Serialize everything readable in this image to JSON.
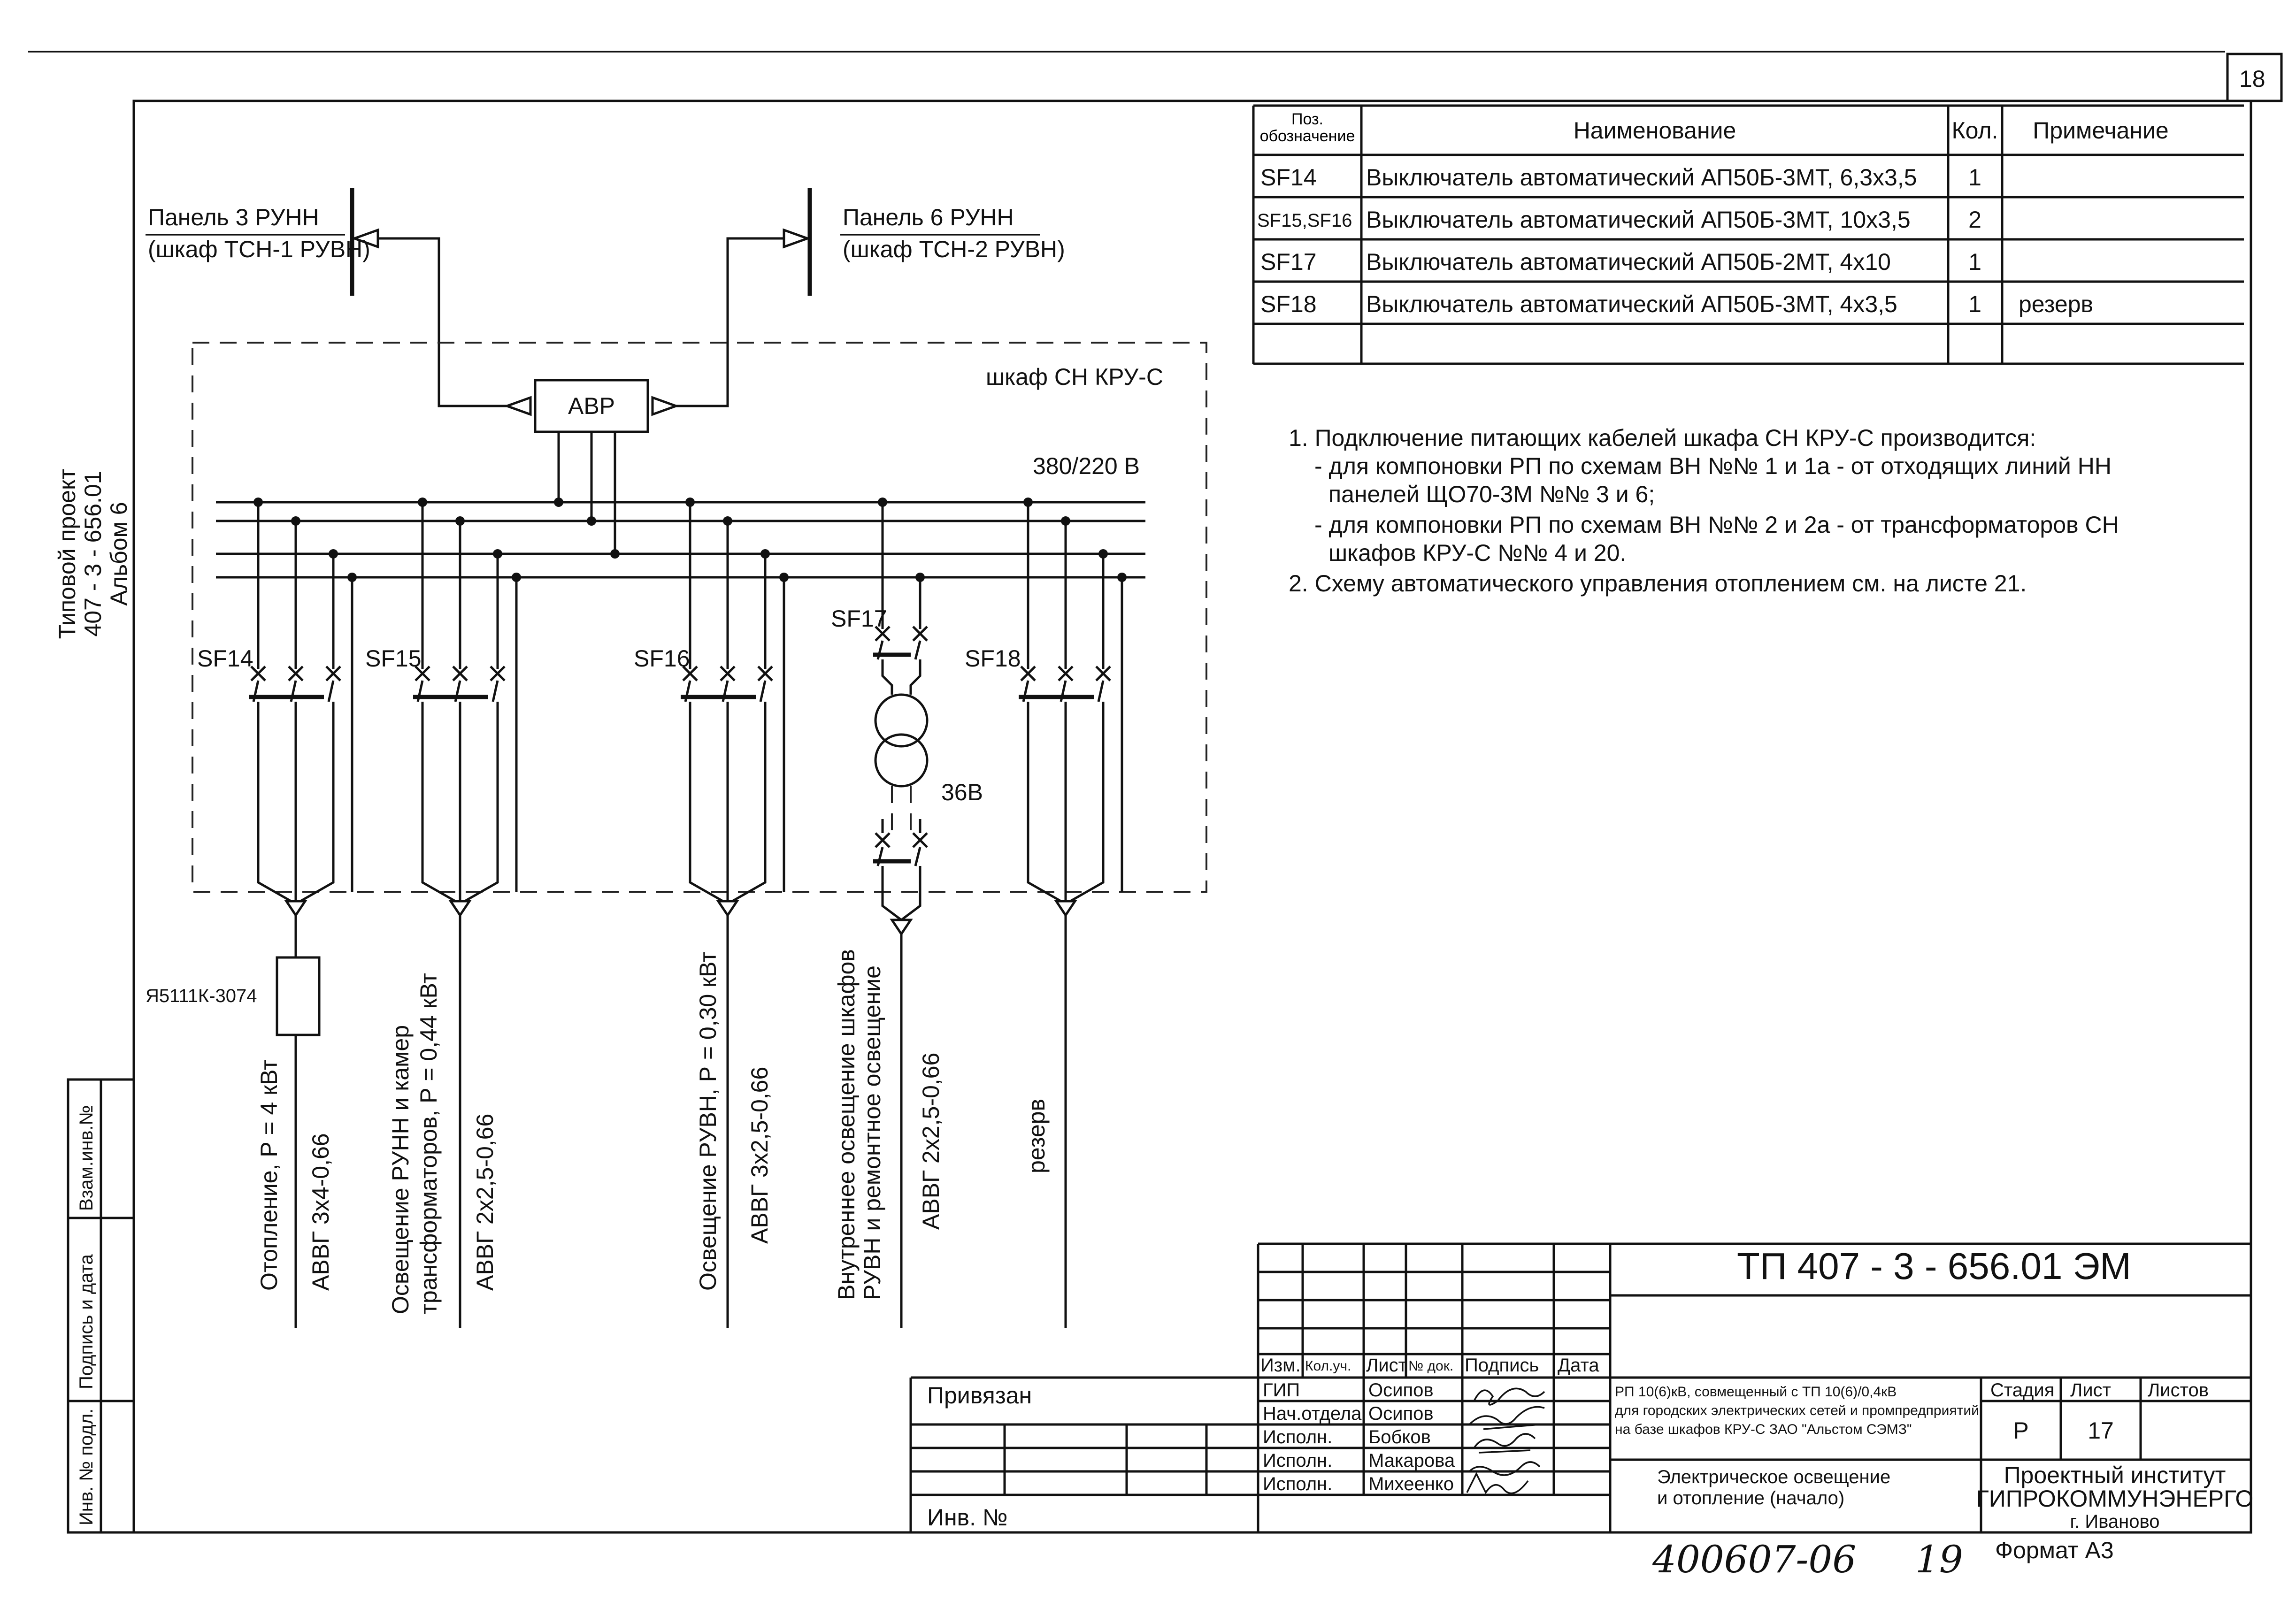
{
  "sheet_number": "18",
  "side_stamp": {
    "line1": "Типовой проект",
    "line2": "407 - 3 - 656.01",
    "line3": "Альбом 6"
  },
  "left_margin_labels": [
    "Инв. № подл.",
    "Подпись и дата",
    "Взам.инв.№"
  ],
  "spec_table": {
    "headers": [
      "Поз. обозначение",
      "Наименование",
      "Кол.",
      "Примечание"
    ],
    "rows": [
      {
        "pos": "SF14",
        "name": "Выключатель автоматический АП50Б-3МТ, 6,3х3,5",
        "qty": "1",
        "note": ""
      },
      {
        "pos": "SF15,SF16",
        "name": "Выключатель автоматический АП50Б-3МТ, 10х3,5",
        "qty": "2",
        "note": ""
      },
      {
        "pos": "SF17",
        "name": "Выключатель автоматический АП50Б-2МТ, 4х10",
        "qty": "1",
        "note": ""
      },
      {
        "pos": "SF18",
        "name": "Выключатель автоматический АП50Б-3МТ, 4х3,5",
        "qty": "1",
        "note": "резерв"
      }
    ]
  },
  "notes": [
    "1. Подключение питающих кабелей шкафа СН КРУ-С производится:",
    "- для компоновки РП по схемам ВН №№ 1 и 1а - от отходящих линий НН",
    "панелей ЩО70-3М №№ 3 и 6;",
    "- для компоновки РП по схемам ВН №№ 2 и 2а - от трансформаторов СН",
    "шкафов КРУ-С №№ 4 и 20.",
    "2. Схему автоматического управления отоплением см. на листе 21."
  ],
  "diagram": {
    "panel_left": {
      "line1": "Панель 3  РУНН",
      "line2": "(шкаф ТСН-1 РУВН)"
    },
    "panel_right": {
      "line1": "Панель 6  РУНН",
      "line2": "(шкаф ТСН-2 РУВН)"
    },
    "avr_label": "АВР",
    "cabinet_label": "шкаф СН  КРУ-С",
    "voltage_label": "380/220 В",
    "transformer_voltage": "36В",
    "box_label": "Я5111К-3074",
    "breakers": [
      "SF14",
      "SF15",
      "SF16",
      "SF17",
      "SF18"
    ],
    "feeders": [
      {
        "lines": [
          "Отопление, Р = 4 кВт",
          "АВВГ 3х4-0,66"
        ]
      },
      {
        "lines": [
          "Освещение РУНН и камер",
          "трансформаторов, Р = 0,44 кВт",
          "АВВГ 2х2,5-0,66"
        ]
      },
      {
        "lines": [
          "Освещение РУВН, Р = 0,30 кВт",
          "АВВГ 3х2,5-0,66"
        ]
      },
      {
        "lines": [
          "Внутреннее освещение шкафов",
          "РУВН и ремонтное освещение",
          "АВВГ 2х2,5-0,66"
        ]
      },
      {
        "lines": [
          "резерв"
        ]
      }
    ]
  },
  "title_block": {
    "doc_code": "ТП  407 - 3 - 656.01     ЭМ",
    "attached": "Привязан",
    "inv": "Инв. №",
    "columns": [
      "Изм.",
      "Кол.уч.",
      "Лист",
      "№ док.",
      "Подпись",
      "Дата"
    ],
    "staff": [
      {
        "role": "ГИП",
        "name": "Осипов"
      },
      {
        "role": "Нач.отдела",
        "name": "Осипов"
      },
      {
        "role": "Исполн.",
        "name": "Бобков"
      },
      {
        "role": "Исполн.",
        "name": "Макарова"
      },
      {
        "role": "Исполн.",
        "name": "Михеенко"
      }
    ],
    "project_title": [
      "РП 10(6)кВ, совмещенный с ТП 10(6)/0,4кВ",
      "для городских электрических сетей и промпредприятий",
      "на базе шкафов КРУ-С ЗАО \"Альстом СЭМЗ\""
    ],
    "sheet_title": [
      "Электрическое освещение",
      "и отопление (начало)"
    ],
    "stage_header": "Стадия",
    "sheet_header": "Лист",
    "sheets_header": "Листов",
    "stage_value": "Р",
    "sheet_value": "17",
    "sheets_value": "",
    "organization": [
      "Проектный институт",
      "ГИПРОКОММУНЭНЕРГО",
      "г. Иваново"
    ],
    "handwritten_number": "400607-06",
    "handwritten_sheet": "19",
    "format": "Формат А3"
  }
}
